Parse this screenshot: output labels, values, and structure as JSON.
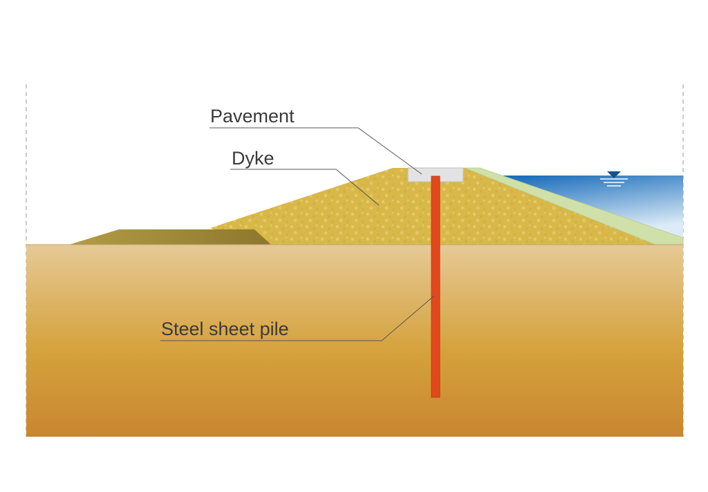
{
  "labels": {
    "pavement": "Pavement",
    "dyke": "Dyke",
    "sheet_pile": "Steel sheet pile"
  },
  "icons": {
    "water_level": "water-level-icon"
  },
  "colors": {
    "ground_top": "#e6c996",
    "ground_mid": "#d5a23c",
    "ground_bottom": "#c98630",
    "dyke_fill": "#d9b84a",
    "dyke_speckle": "#e8cf6e",
    "berm": "#9e8838",
    "revetment": "#cfe0a8",
    "pavement": "#e3e3e3",
    "water_top": "#1268b8",
    "water_bottom": "#dcebf7",
    "sheet_pile": "#e2481e",
    "leader": "#555555",
    "boundary": "#a8a8a8"
  }
}
